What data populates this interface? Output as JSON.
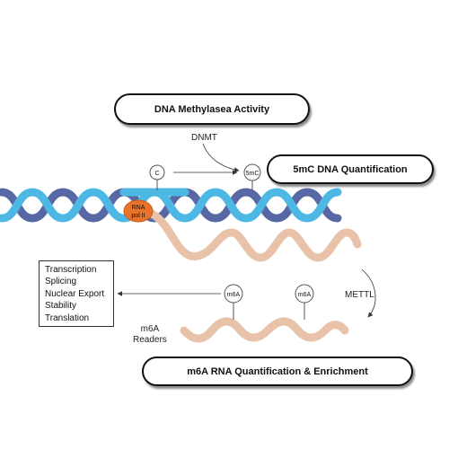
{
  "titles": {
    "dna_methylase_activity": "DNA Methylasea Activity",
    "fivemc_quantification": "5mC DNA Quantification",
    "m6a_quantification": "m6A RNA Quantification & Enrichment"
  },
  "labels": {
    "dnmt": "DNMT",
    "mettl": "METTL",
    "readers_line1": "m6A",
    "readers_line2": "Readers",
    "rna_pol_line1": "RNA",
    "rna_pol_line2": "pol II"
  },
  "markers": {
    "cytosine": "C",
    "fivemc": "5mC",
    "m6a_left": "m6A",
    "m6a_right": "m6A"
  },
  "outcomes": [
    "Transcription",
    "Splicing",
    "Nuclear Export",
    "Stability",
    "Translation"
  ],
  "colors": {
    "dna_light": "#4db8e4",
    "dna_dark": "#5868a4",
    "rna": "#e8c3aa",
    "rna_pol": "#e8732a"
  }
}
